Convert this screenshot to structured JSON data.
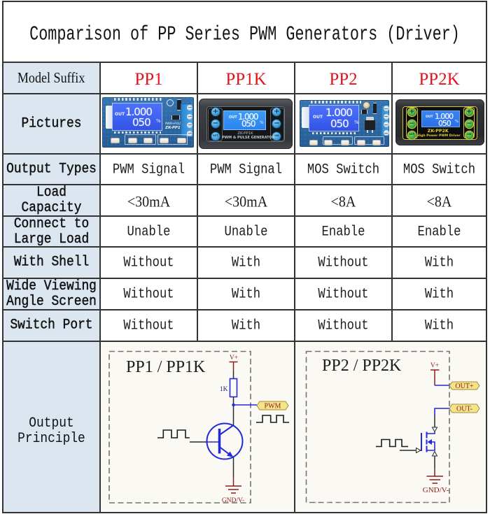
{
  "title": "Comparison of PP Series PWM Generators (Driver)",
  "colors": {
    "model_name": "#e5131d",
    "label_bg": "#dce6f1",
    "grid_line": "#333333",
    "diagram_bg": "#fbf9f4",
    "wire_blue": "#2128de",
    "wire_dark": "#2a2a2a",
    "net_red": "#8c1c1c",
    "tag_fill": "#f5e38a"
  },
  "table": {
    "header": {
      "label": "Model Suffix",
      "models": [
        "PP1",
        "PP1K",
        "PP2",
        "PP2K"
      ]
    },
    "pictures_row": {
      "label": "Pictures",
      "pictures": [
        {
          "model": "PP1",
          "kind": "bare-pcb-module",
          "lcd": {
            "label": "OUT",
            "line1": "1.000",
            "line2": "050",
            "unit": "%"
          },
          "silkscreen": [
            "PWM+PULSE",
            "ZK-PP1"
          ]
        },
        {
          "model": "PP1K",
          "kind": "panel-enclosure-module",
          "lcd": {
            "label": "OUT",
            "line1": "1.000",
            "line2": "050",
            "unit": "%"
          },
          "panel_text": [
            "ZK-PP1K",
            "PWM & PULSE GENERATOR"
          ],
          "buttons": [
            "+",
            "−",
            "SET",
            "+",
            "−",
            "ON"
          ]
        },
        {
          "model": "PP2",
          "kind": "bare-pcb-module-with-mosfet",
          "lcd": {
            "label": "OUT",
            "line1": "1.000",
            "line2": "050",
            "unit": "%"
          }
        },
        {
          "model": "PP2K",
          "kind": "panel-enclosure-module",
          "lcd": {
            "label": "OUT",
            "line1": "1.000",
            "line2": "050",
            "unit": "%"
          },
          "panel_text": [
            "ZK-PP2K",
            "High Power PWM Driver"
          ],
          "buttons": [
            "+",
            "−",
            "SET",
            "+",
            "−",
            "ON"
          ]
        }
      ]
    },
    "spec_rows": [
      {
        "label_lines": [
          "Output Types"
        ],
        "values": [
          "PWM Signal",
          "PWM Signal",
          "MOS Switch",
          "MOS Switch"
        ]
      },
      {
        "label_lines": [
          "Load",
          "Capacity"
        ],
        "values": [
          "<30mA",
          "<30mA",
          "<8A",
          "<8A"
        ]
      },
      {
        "label_lines": [
          "Connect to",
          "Large Load"
        ],
        "values": [
          "Unable",
          "Unable",
          "Enable",
          "Enable"
        ]
      },
      {
        "label_lines": [
          "With Shell"
        ],
        "values": [
          "Without",
          "With",
          "Without",
          "With"
        ]
      },
      {
        "label_lines": [
          "Wide Viewing",
          "Angle Screen"
        ],
        "values": [
          "Without",
          "With",
          "Without",
          "With"
        ]
      },
      {
        "label_lines": [
          "Switch Port"
        ],
        "values": [
          "Without",
          "With",
          "Without",
          "With"
        ]
      }
    ],
    "principle_row": {
      "label_lines": [
        "Output",
        "Principle"
      ],
      "diagrams": [
        {
          "title": "PP1 / PP1K",
          "switch_element": "npn-transistor-symbol",
          "labels": {
            "supply": "V+",
            "resistor": "1K",
            "output": "PWM",
            "ground": "GND/V-"
          }
        },
        {
          "title": "PP2 / PP2K",
          "switch_element": "n-mosfet-symbol",
          "labels": {
            "supply": "V+",
            "output_plus": "OUT+",
            "output_minus": "OUT-",
            "ground": "GND/V-"
          }
        }
      ]
    }
  }
}
